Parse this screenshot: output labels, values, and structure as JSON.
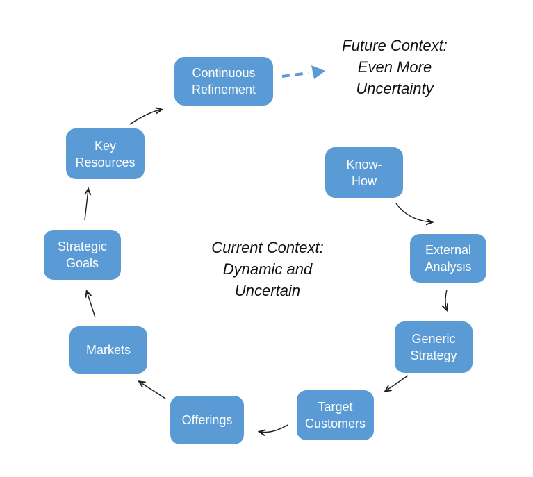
{
  "diagram": {
    "colors": {
      "box_fill": "#5B9BD5",
      "box_text": "#ffffff",
      "arrow_color": "#1f1f1f",
      "accent_blue": "#5B9BD5",
      "canvas_bg": "#ffffff"
    },
    "boxes": [
      {
        "id": "continuous-refinement",
        "label": "Continuous\nRefinement"
      },
      {
        "id": "key-resources",
        "label": "Key\nResources"
      },
      {
        "id": "strategic-goals",
        "label": "Strategic\nGoals"
      },
      {
        "id": "markets",
        "label": "Markets"
      },
      {
        "id": "offerings",
        "label": "Offerings"
      },
      {
        "id": "target-customers",
        "label": "Target\nCustomers"
      },
      {
        "id": "generic-strategy",
        "label": "Generic\nStrategy"
      },
      {
        "id": "external-analysis",
        "label": "External\nAnalysis"
      },
      {
        "id": "know-how",
        "label": "Know-\nHow"
      }
    ],
    "annotations": {
      "future_context": "Future Context:\nEven More\nUncertainty",
      "current_context": "Current Context:\nDynamic and\nUncertain"
    },
    "arrows": [
      {
        "from": "Know-How",
        "to": "External Analysis",
        "style": "solid"
      },
      {
        "from": "External Analysis",
        "to": "Generic Strategy",
        "style": "solid"
      },
      {
        "from": "Generic Strategy",
        "to": "Target Customers",
        "style": "solid"
      },
      {
        "from": "Target Customers",
        "to": "Offerings",
        "style": "solid"
      },
      {
        "from": "Offerings",
        "to": "Markets",
        "style": "solid"
      },
      {
        "from": "Markets",
        "to": "Strategic Goals",
        "style": "solid"
      },
      {
        "from": "Strategic Goals",
        "to": "Key Resources",
        "style": "solid"
      },
      {
        "from": "Key Resources",
        "to": "Continuous Refinement",
        "style": "solid"
      },
      {
        "from": "Continuous Refinement",
        "to": "Future Context",
        "style": "dashed"
      }
    ]
  }
}
